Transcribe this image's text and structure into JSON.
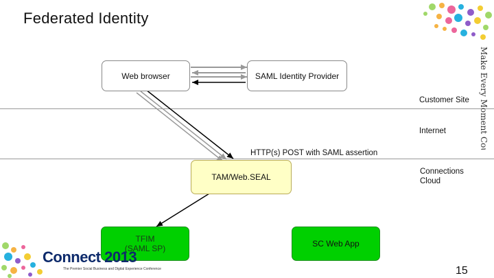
{
  "slide": {
    "title": "Federated Identity",
    "page_number": "15",
    "side_tag": "Make Every Moment Count"
  },
  "nodes": {
    "web_browser": "Web browser",
    "saml_idp": "SAML Identity Provider",
    "tam_webseal": "TAM/Web.SEAL",
    "tfim": "TFIM\n(SAML SP)",
    "sc_web_app": "SC Web App"
  },
  "zones": {
    "customer_site": "Customer Site",
    "internet": "Internet",
    "connections_cloud": "Connections\nCloud"
  },
  "edges": {
    "post_label": "HTTP(s) POST with SAML assertion"
  },
  "branding": {
    "logo_text": "Connect 2013",
    "logo_subtitle": "The Premier Social Business and Digital Experience Conference"
  },
  "colors": {
    "tam_fill": "#ffffc6",
    "green_fill": "#00d000",
    "dots": [
      "#8fd14f",
      "#f5a623",
      "#e94b8a",
      "#00a3d9",
      "#7b3fbf",
      "#f1c40f"
    ]
  }
}
